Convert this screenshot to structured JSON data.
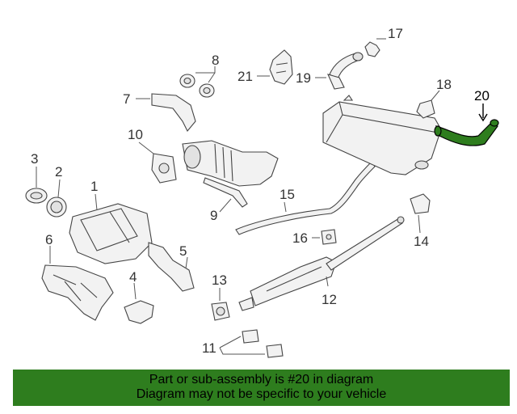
{
  "diagram": {
    "callouts": [
      {
        "id": "1",
        "text": "1"
      },
      {
        "id": "2",
        "text": "2"
      },
      {
        "id": "3",
        "text": "3"
      },
      {
        "id": "4",
        "text": "4"
      },
      {
        "id": "5",
        "text": "5"
      },
      {
        "id": "6",
        "text": "6"
      },
      {
        "id": "7",
        "text": "7"
      },
      {
        "id": "8",
        "text": "8"
      },
      {
        "id": "9",
        "text": "9"
      },
      {
        "id": "10",
        "text": "10"
      },
      {
        "id": "11",
        "text": "11"
      },
      {
        "id": "12",
        "text": "12"
      },
      {
        "id": "13",
        "text": "13"
      },
      {
        "id": "14",
        "text": "14"
      },
      {
        "id": "15",
        "text": "15"
      },
      {
        "id": "16",
        "text": "16"
      },
      {
        "id": "17",
        "text": "17"
      },
      {
        "id": "18",
        "text": "18"
      },
      {
        "id": "19",
        "text": "19"
      },
      {
        "id": "20",
        "text": "20"
      },
      {
        "id": "21",
        "text": "21"
      }
    ],
    "highlight_color": "#2e7d1e",
    "highlighted_part": "20"
  },
  "banner": {
    "line1": "Part or sub-assembly is #20 in diagram",
    "line2": "Diagram may not be specific to your vehicle",
    "background": "#2e7d1e"
  }
}
